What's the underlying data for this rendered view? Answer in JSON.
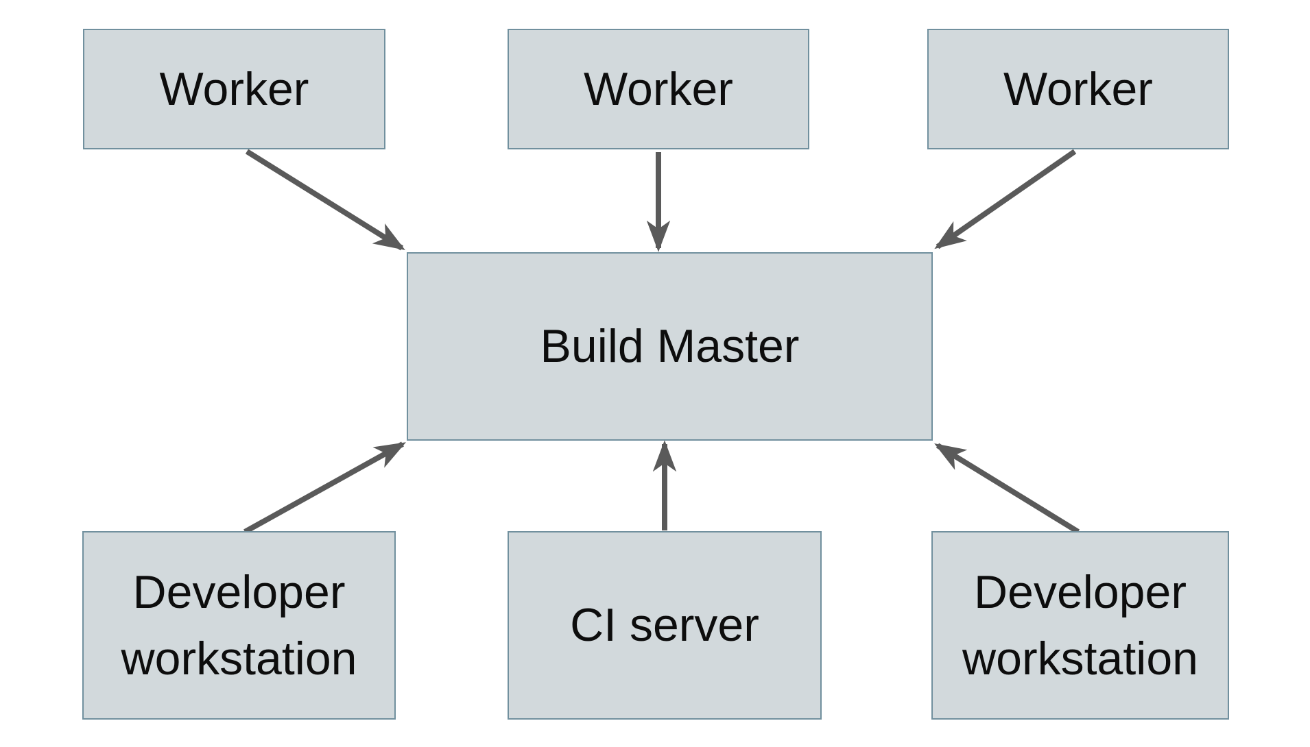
{
  "diagram": {
    "colors": {
      "background": "#ffffff",
      "node_fill": "#d2d9dc",
      "node_border": "#71909e",
      "arrow": "#5a5a5a",
      "text": "#0d0d0d"
    },
    "nodes": [
      {
        "id": "worker-1",
        "label": "Worker"
      },
      {
        "id": "worker-2",
        "label": "Worker"
      },
      {
        "id": "worker-3",
        "label": "Worker"
      },
      {
        "id": "build-master",
        "label": "Build Master"
      },
      {
        "id": "developer-workstation-left",
        "label": "Developer workstation"
      },
      {
        "id": "ci-server",
        "label": "CI server"
      },
      {
        "id": "developer-workstation-right",
        "label": "Developer workstation"
      }
    ],
    "edges": [
      {
        "from": "worker-1",
        "to": "build-master"
      },
      {
        "from": "worker-2",
        "to": "build-master"
      },
      {
        "from": "worker-3",
        "to": "build-master"
      },
      {
        "from": "developer-workstation-left",
        "to": "build-master"
      },
      {
        "from": "ci-server",
        "to": "build-master"
      },
      {
        "from": "developer-workstation-right",
        "to": "build-master"
      }
    ]
  }
}
